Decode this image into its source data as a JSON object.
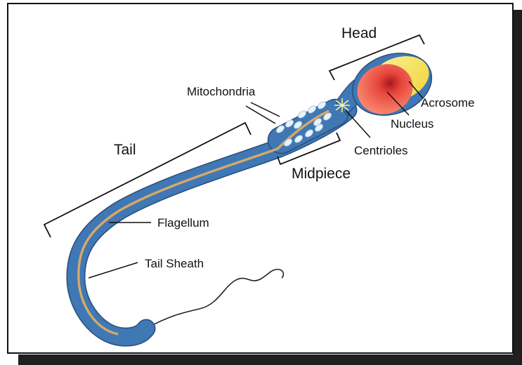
{
  "labels": {
    "head": "Head",
    "acrosome": "Acrosome",
    "nucleus": "Nucleus",
    "mitochondria": "Mitochondria",
    "centrioles": "Centrioles",
    "midpiece": "Midpiece",
    "tail": "Tail",
    "flagellum": "Flagellum",
    "tail_sheath": "Tail Sheath"
  },
  "colors": {
    "sheath_blue": "#3f78b4",
    "sheath_outline": "#2a4d78",
    "flagellum_tan": "#d8a868",
    "nucleus_red": "#e8453c",
    "acrosome_yellow": "#f3e35a",
    "mitochondria_white": "#e8f2fb",
    "centriole_star": "#f6f2a8"
  }
}
